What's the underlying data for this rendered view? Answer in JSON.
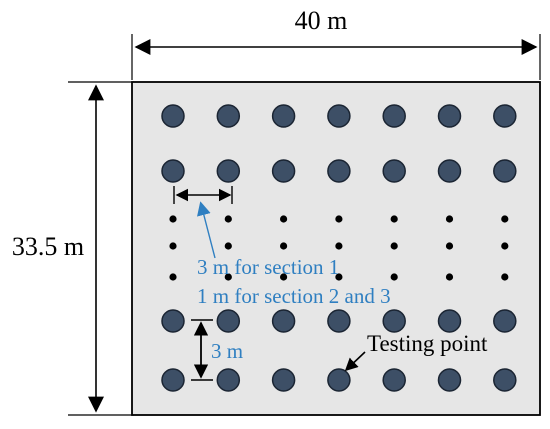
{
  "figure": {
    "width_label": "40 m",
    "height_label": "33.5 m",
    "section_spacing_line1": "3 m for section 1",
    "section_spacing_line2": "1 m for section 2 and 3",
    "vertical_spacing_label": "3 m",
    "testing_point_label": "Testing point"
  },
  "grid": {
    "columns": 7,
    "large_rows": 4,
    "small_rows": 3
  },
  "colors": {
    "background": "#ffffff",
    "plot_fill": "#e6e6e6",
    "plot_border": "#000000",
    "large_point_fill": "#3d4f66",
    "large_point_stroke": "#1b2533",
    "small_point": "#000000",
    "annotation_blue": "#2f7fc1",
    "text_black": "#000000"
  }
}
